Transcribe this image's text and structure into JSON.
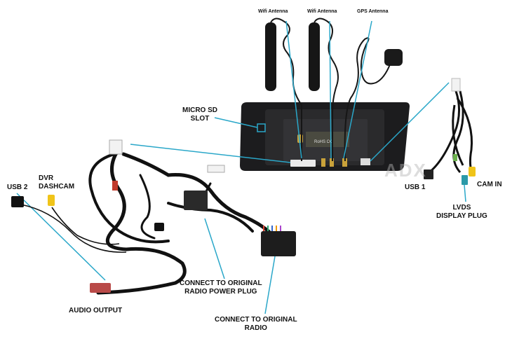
{
  "labels": {
    "wifi_antenna_1": "Wifi Antenna",
    "wifi_antenna_2": "Wifi Antenna",
    "gps_antenna": "GPS Antenna",
    "micro_sd_slot": "MICRO SD\nSLOT",
    "usb_1": "USB 1",
    "cam_in": "CAM IN",
    "lvds_display_plug": "LVDS\nDISPLAY PLUG",
    "usb_2": "USB 2",
    "dvr_dashcam": "DVR\nDASHCAM",
    "audio_output": "AUDIO OUTPUT",
    "connect_power": "CONNECT TO ORIGINAL\nRADIO POWER PLUG",
    "connect_radio": "CONNECT TO ORIGINAL\nRADIO",
    "watermark": "ADX",
    "device_sticker": "RoHS C€"
  },
  "colors": {
    "callout_line": "#2aa7c9",
    "cable": "#111111",
    "device_body": "#1c1c1e",
    "plug_white": "#f2f2f2",
    "plug_yellow": "#f0c419",
    "plug_teal": "#2b9aa8",
    "gold_connector": "#c9a23a"
  }
}
